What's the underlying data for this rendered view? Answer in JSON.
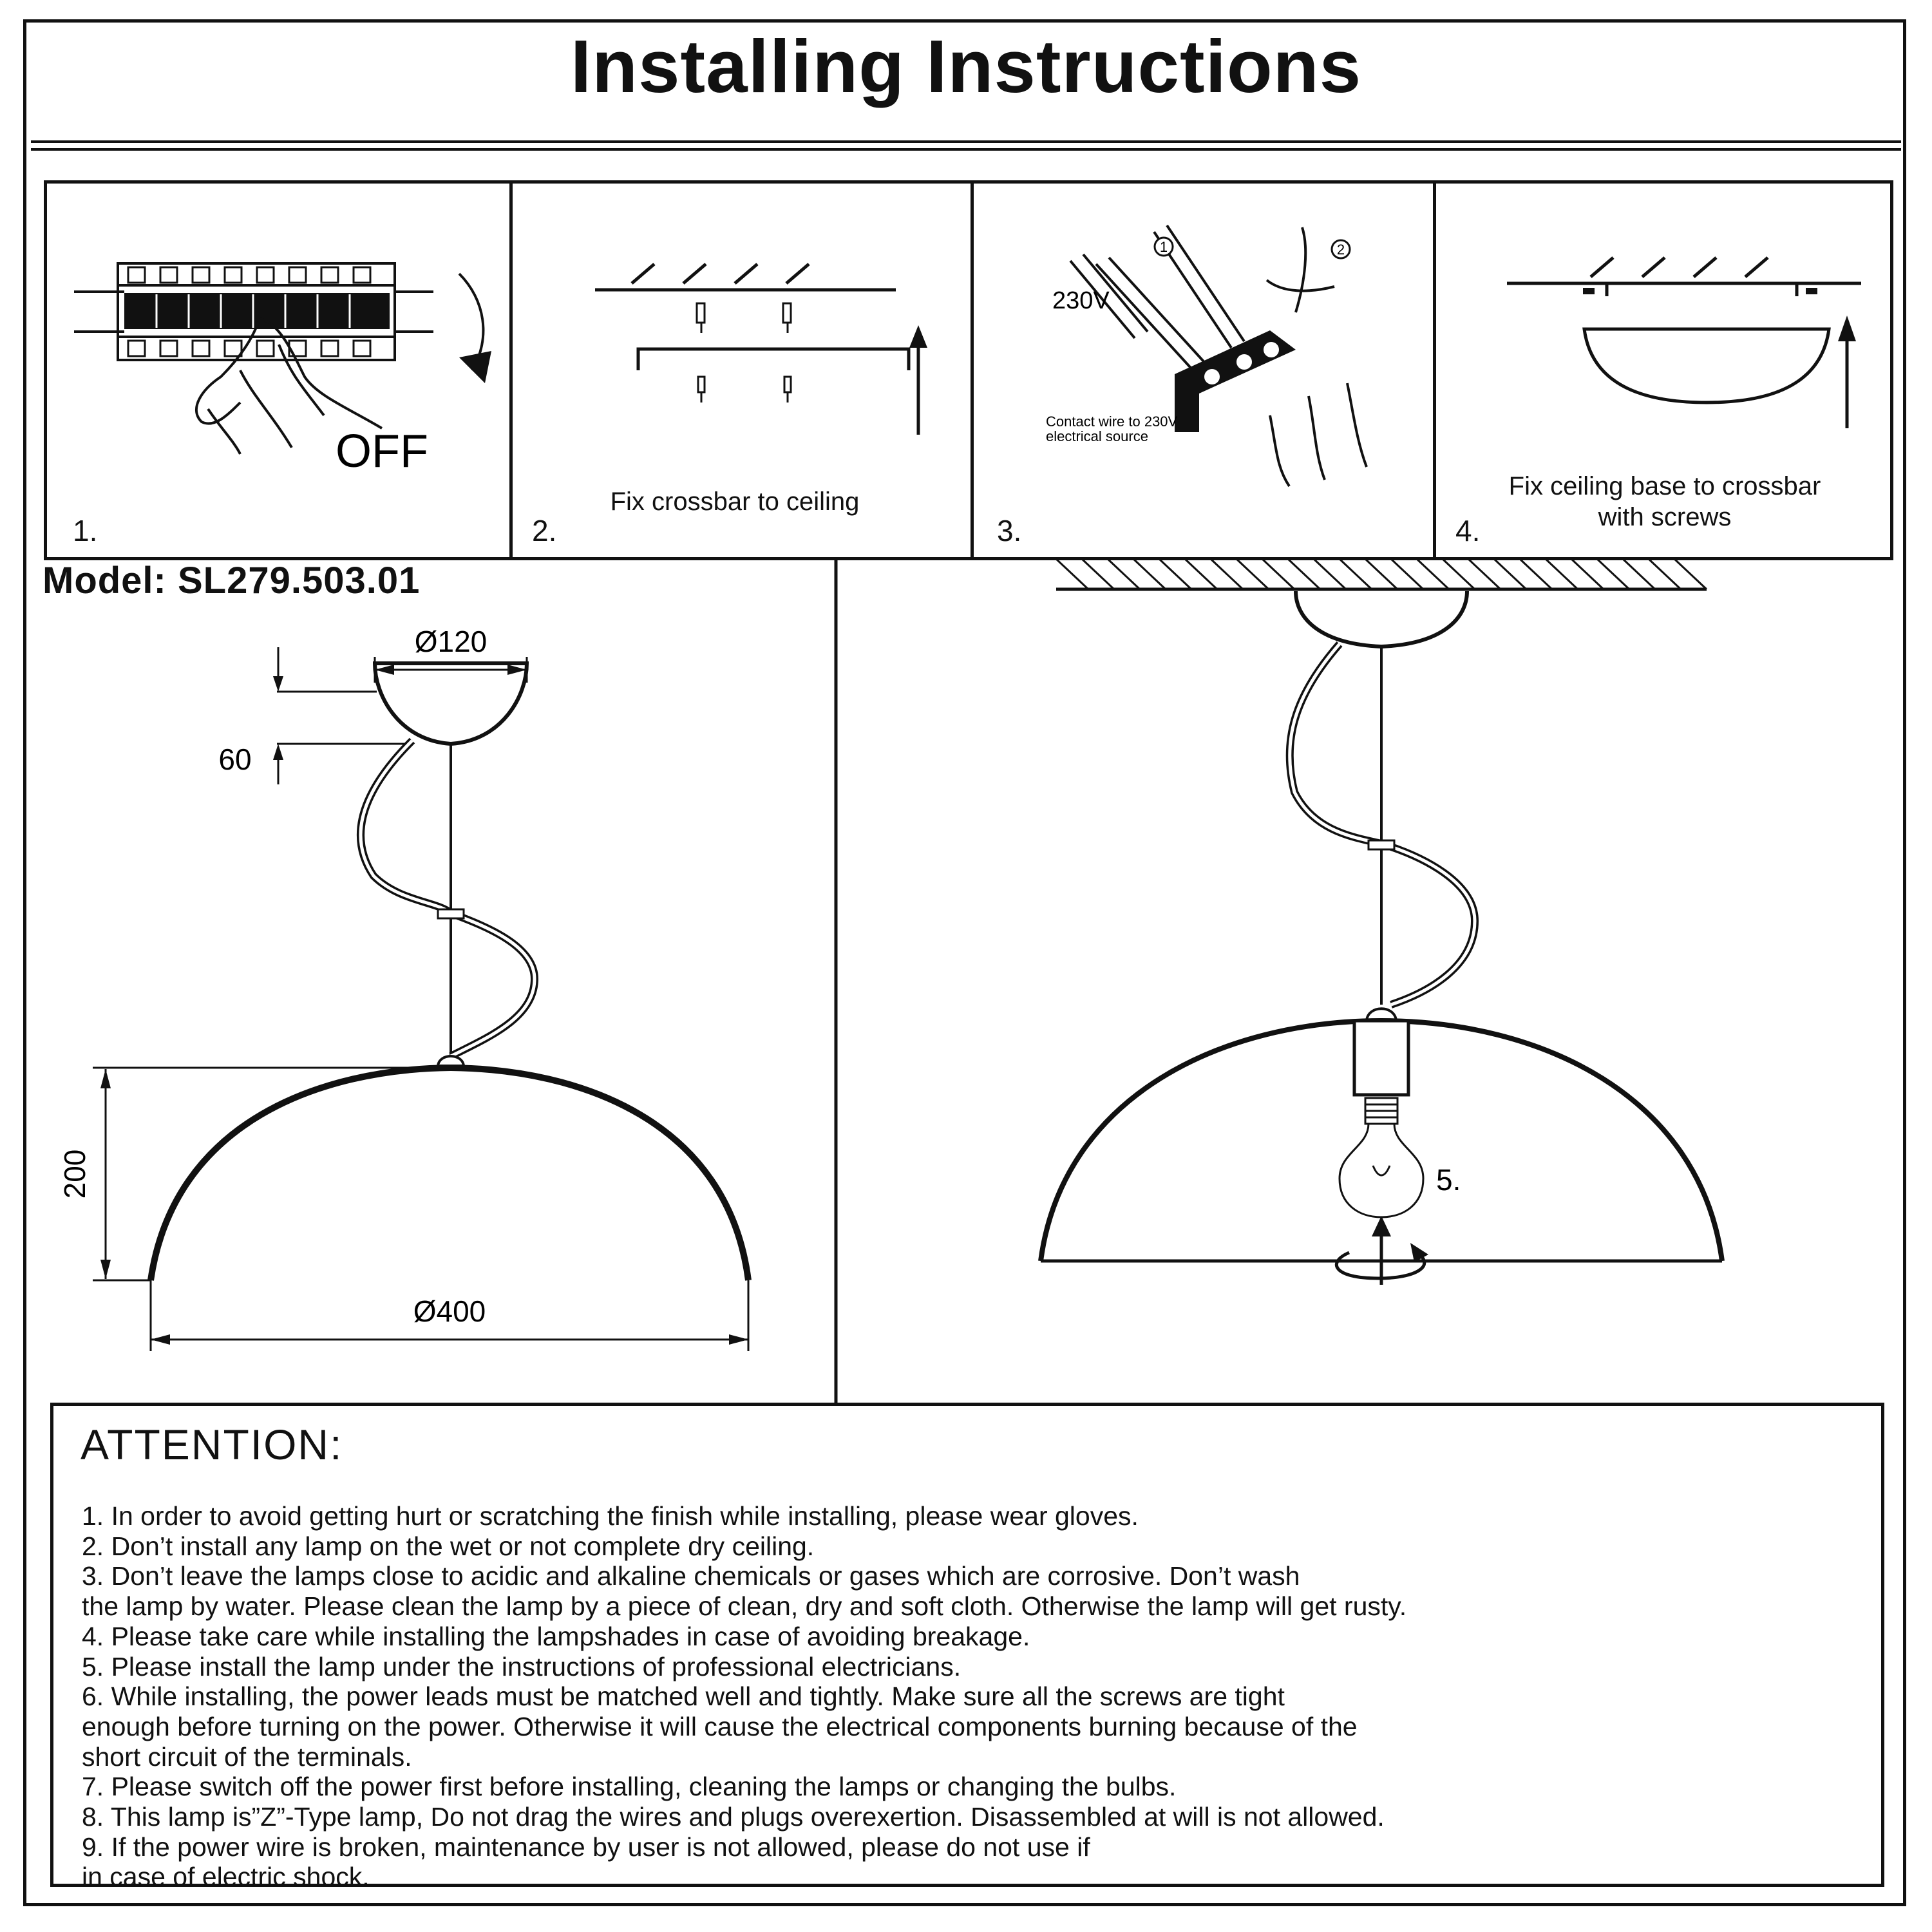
{
  "title": "Installing Instructions",
  "steps": [
    {
      "number": "1.",
      "caption": "",
      "label": "OFF"
    },
    {
      "number": "2.",
      "caption": "Fix crossbar to ceiling"
    },
    {
      "number": "3.",
      "caption": "",
      "voltage_label": "230V",
      "note_line1": "Contact wire to 230V",
      "note_line2": "electrical source",
      "marker_1": "1",
      "marker_2": "2"
    },
    {
      "number": "4.",
      "caption_line1": "Fix ceiling base to crossbar",
      "caption_line2": "with screws"
    }
  ],
  "model": "Model: SL279.503.01",
  "dimensions": {
    "canopy_diameter": "Ø120",
    "canopy_height": "60",
    "shade_height": "200",
    "shade_diameter": "Ø400"
  },
  "bulb_step": "5.",
  "attention": {
    "heading": "ATTENTION:",
    "lines": [
      "1. In order to avoid getting hurt or scratching the finish while installing, please wear gloves.",
      "2. Don’t install any lamp on the wet or not complete dry ceiling.",
      "3. Don’t leave the lamps close to acidic and alkaline chemicals or gases which are corrosive. Don’t wash",
      "the lamp by water. Please clean the lamp by a piece of clean, dry and soft cloth. Otherwise the lamp will get rusty.",
      "4. Please take care while installing the lampshades in case of avoiding breakage.",
      "5. Please install the lamp under the instructions of professional electricians.",
      "6. While installing, the power leads must be matched well and tightly. Make sure all the screws are tight",
      "enough before turning on the power. Otherwise it will cause the electrical components burning because of the",
      "short circuit of the terminals.",
      "7. Please switch off the power first before installing, cleaning the lamps or changing the bulbs.",
      "8. This lamp is”Z”-Type lamp, Do not drag the wires and plugs overexertion. Disassembled at will is not allowed.",
      "9. If the power wire is broken, maintenance by user is not allowed, please do not use if",
      "in case of electric shock."
    ]
  }
}
